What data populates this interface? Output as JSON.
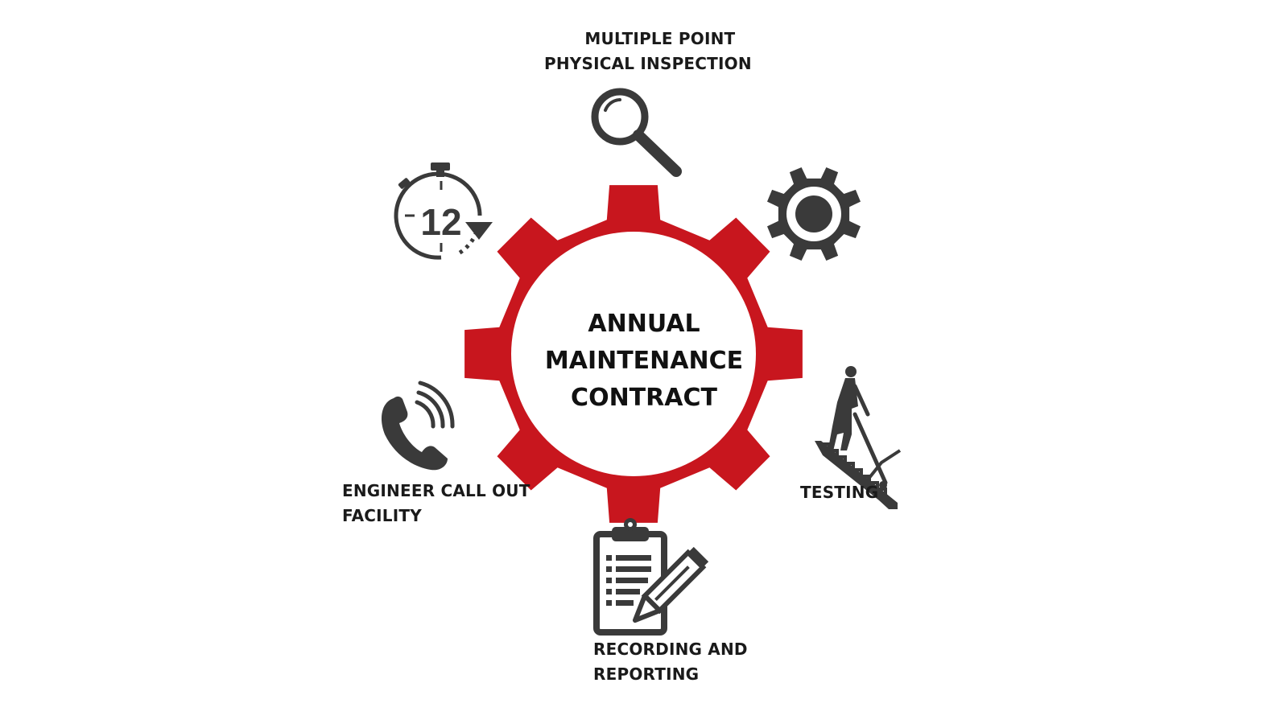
{
  "center": {
    "line1": "ANNUAL",
    "line2": "MAINTENANCE",
    "line3": "CONTRACT"
  },
  "items": {
    "inspection": {
      "line1": "MULTIPLE POINT",
      "line2": "PHYSICAL INSPECTION",
      "icon": "magnifier-icon"
    },
    "service": {
      "icon": "gear-icon"
    },
    "testing": {
      "line1": "TESTING",
      "icon": "stair-climber-icon"
    },
    "reporting": {
      "line1": "RECORDING AND",
      "line2": "REPORTING",
      "icon": "clipboard-pencil-icon"
    },
    "callout": {
      "line1": "ENGINEER CALL OUT",
      "line2": "FACILITY",
      "icon": "phone-icon"
    },
    "visits": {
      "number": "12",
      "icon": "stopwatch-icon"
    }
  },
  "colors": {
    "gear_red": "#c8161e",
    "icon_dark": "#3a3a3a",
    "text": "#1a1a1a",
    "background": "#ffffff"
  }
}
